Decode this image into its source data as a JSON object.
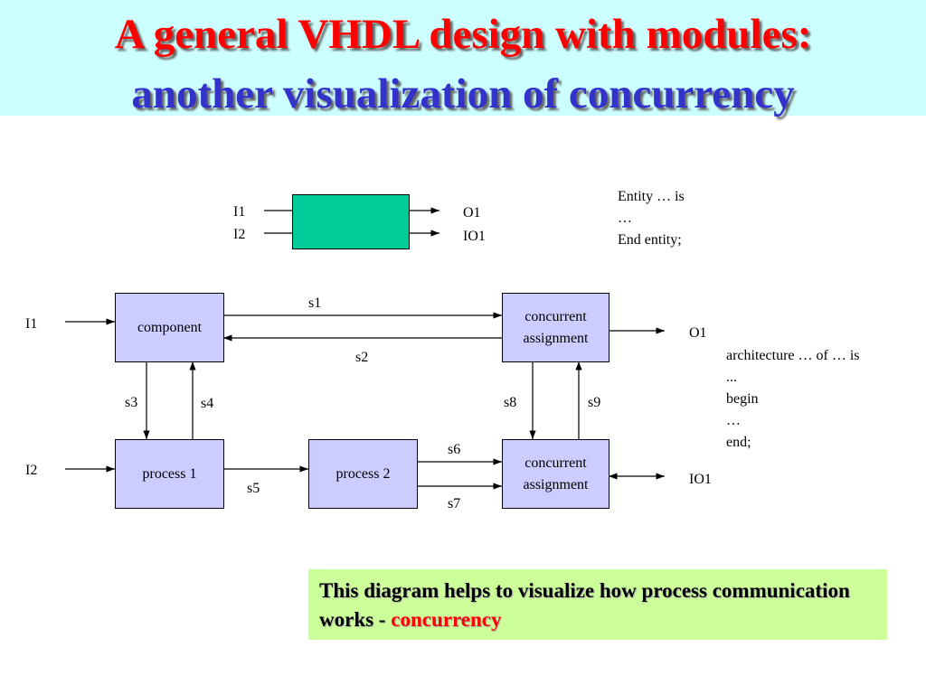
{
  "title": {
    "line1": "A general VHDL design with modules:",
    "line2": "another visualization of concurrency"
  },
  "entity": {
    "ports_in": [
      "I1",
      "I2"
    ],
    "ports_out": [
      "O1",
      "IO1"
    ],
    "code": [
      "Entity … is",
      "…",
      "End entity;"
    ]
  },
  "architecture": {
    "code": [
      "architecture … of … is",
      "...",
      "begin",
      "…",
      "end;"
    ]
  },
  "blocks": {
    "component": "component",
    "ca_top": "concurrent assignment",
    "process1": "process 1",
    "process2": "process 2",
    "ca_bottom": "concurrent assignment"
  },
  "signals": {
    "s1": "s1",
    "s2": "s2",
    "s3": "s3",
    "s4": "s4",
    "s5": "s5",
    "s6": "s6",
    "s7": "s7",
    "s8": "s8",
    "s9": "s9"
  },
  "ports": {
    "i1": "I1",
    "i2": "I2",
    "o1": "O1",
    "io1": "IO1"
  },
  "note": {
    "text": "This diagram helps to visualize how process communication works - ",
    "highlight": "concurrency"
  },
  "colors": {
    "header": "#ccffff",
    "entity_box": "#00cc99",
    "block": "#ccccff",
    "note": "#ccff99"
  }
}
